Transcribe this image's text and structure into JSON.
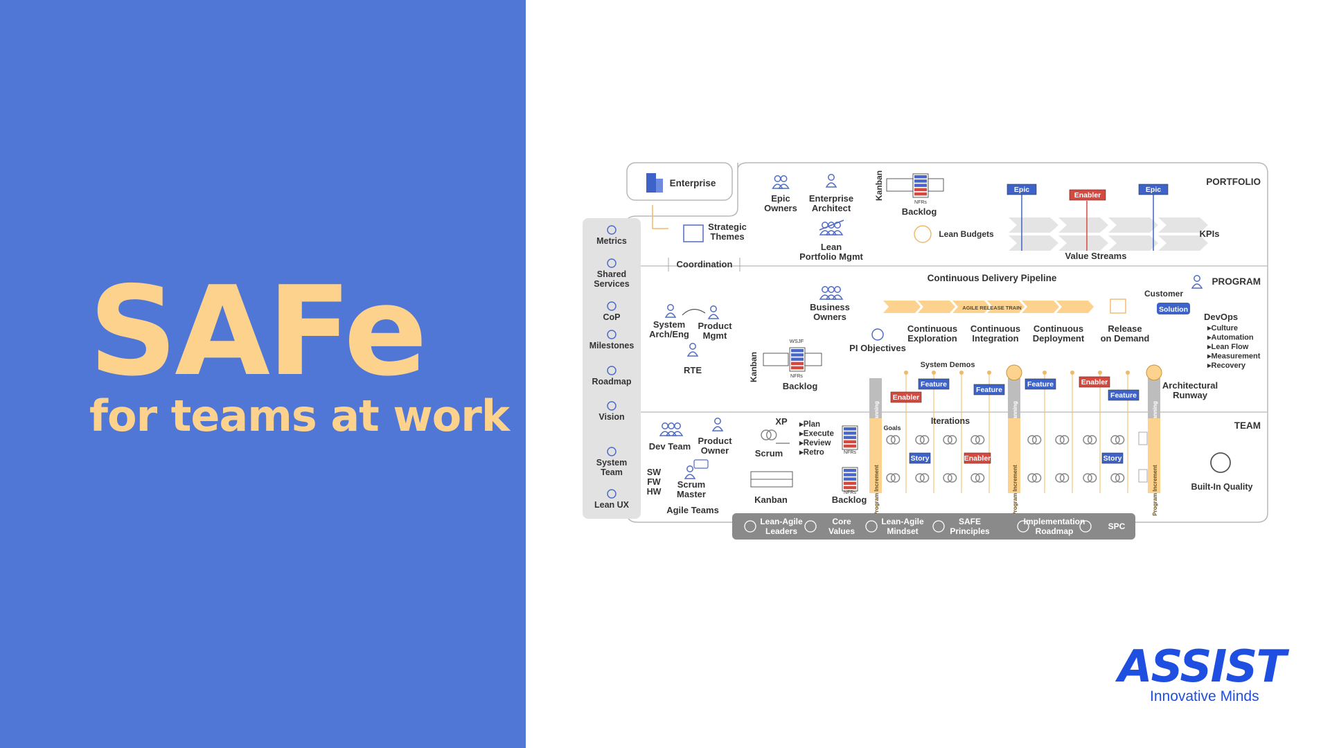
{
  "hero": {
    "title": "SAFe",
    "subtitle": "for teams at work"
  },
  "logo": {
    "word": "ASSIST",
    "tagline": "Innovative Minds"
  },
  "colors": {
    "panel": "#5077d6",
    "accent": "#fdd28c",
    "brand": "#1e4fe0",
    "epic": "#3d63c9",
    "enabler": "#d5493f",
    "rail": "#fcd28e"
  },
  "diagram": {
    "levels": [
      "PORTFOLIO",
      "PROGRAM",
      "TEAM"
    ],
    "enterprise": "Enterprise",
    "strategic_themes": [
      "Strategic",
      "Themes"
    ],
    "coordination": "Coordination",
    "sidebar": [
      {
        "label": [
          "Metrics"
        ],
        "icon": "gauge-icon"
      },
      {
        "label": [
          "Shared",
          "Services"
        ],
        "icon": "people-icon"
      },
      {
        "label": [
          "CoP"
        ],
        "icon": "group-icon"
      },
      {
        "label": [
          "Milestones"
        ],
        "icon": "diamond-icon"
      },
      {
        "label": [
          "Roadmap"
        ],
        "icon": "map-icon"
      },
      {
        "label": [
          "Vision"
        ],
        "icon": "eye-icon"
      },
      {
        "label": [
          "System",
          "Team"
        ],
        "icon": "team-gear-icon"
      },
      {
        "label": [
          "Lean  UX"
        ],
        "icon": "cycle-icon"
      }
    ],
    "portfolio": {
      "epic_owners": [
        "Epic",
        "Owners"
      ],
      "enterprise_architect": [
        "Enterprise",
        "Architect"
      ],
      "lean_portfolio": [
        "Lean",
        "Portfolio Mgmt"
      ],
      "kanban": "Kanban",
      "backlog": "Backlog",
      "nfrs": "NFRs",
      "lean_budgets": "Lean Budgets",
      "value_streams": "Value Streams",
      "kpis": "KPIs",
      "epic1": "Epic",
      "enabler": "Enabler",
      "epic2": "Epic"
    },
    "program": {
      "cdp": "Continuous Delivery Pipeline",
      "art": "AGILE RELEASE TRAIN",
      "business_owners": [
        "Business",
        "Owners"
      ],
      "system_arch": [
        "System",
        "Arch/Eng"
      ],
      "product_mgmt": [
        "Product",
        "Mgmt"
      ],
      "rte": "RTE",
      "pi_objectives": "PI Objectives",
      "wsjf": "WSJF",
      "kanban": "Kanban",
      "backlog": "Backlog",
      "nfrs": "NFRs",
      "stages": [
        [
          "Continuous",
          "Exploration"
        ],
        [
          "Continuous",
          "Integration"
        ],
        [
          "Continuous",
          "Deployment"
        ],
        [
          "Release",
          "on Demand"
        ]
      ],
      "customer": "Customer",
      "solution": "Solution",
      "devops": "DevOps",
      "devops_items": [
        "Culture",
        "Automation",
        "Lean Flow",
        "Measurement",
        "Recovery"
      ],
      "system_demos": "System Demos",
      "architectural_runway": [
        "Architectural",
        "Runway"
      ],
      "feature": "Feature",
      "enabler": "Enabler"
    },
    "team": {
      "dev_team": "Dev Team",
      "product_owner": [
        "Product",
        "Owner"
      ],
      "scrum_master": [
        "Scrum",
        "Master"
      ],
      "sw_fw_hw": [
        "SW",
        "FW",
        "HW"
      ],
      "agile_teams": "Agile Teams",
      "xp": "XP",
      "scrum": "Scrum",
      "kanban": "Kanban",
      "backlog": "Backlog",
      "nfrs": "NFRs",
      "steps": [
        "Plan",
        "Execute",
        "Review",
        "Retro"
      ],
      "goals": "Goals",
      "iterations": "Iterations",
      "story": "Story",
      "enabler": "Enabler",
      "pi_planning": "PI Planning",
      "program_increment": "Program Increment",
      "built_in_quality": "Built-In Quality"
    },
    "foundation": [
      [
        "Lean-Agile",
        "Leaders"
      ],
      [
        "Core",
        "Values"
      ],
      [
        "Lean-Agile",
        "Mindset"
      ],
      [
        "SAFE",
        "Principles"
      ],
      [
        "Implementation",
        "Roadmap"
      ],
      [
        "SPC"
      ]
    ]
  }
}
